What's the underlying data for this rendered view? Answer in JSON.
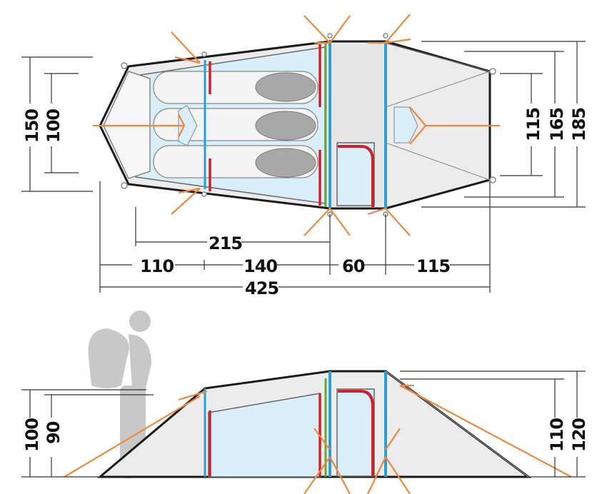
{
  "top_view": {
    "horizontal_dimensions": {
      "inner_length": "215",
      "vestibule_rear": "110",
      "sleeping_area": "140",
      "middle_section": "60",
      "front_vestibule": "115",
      "total_length": "425"
    },
    "left_vertical_dimensions": {
      "outer_width": "150",
      "inner_width": "100"
    },
    "right_vertical_dimensions": {
      "front_inner": "115",
      "front_mid": "165",
      "front_outer": "185"
    }
  },
  "side_view": {
    "left_vertical_dimensions": {
      "outer_height": "100",
      "inner_height": "90"
    },
    "right_vertical_dimensions": {
      "inner_height": "110",
      "outer_height": "120"
    }
  },
  "colors": {
    "pole_blue": "#2a9fd6",
    "door_red": "#d0202a",
    "guyline_orange": "#f0873a",
    "inner_tent_fill": "#d8eef8",
    "fly_fill": "#ececec",
    "outline": "#1a1a1a",
    "green_strip": "#6aa62a",
    "silhouette_gray": "#c8c8c8"
  }
}
